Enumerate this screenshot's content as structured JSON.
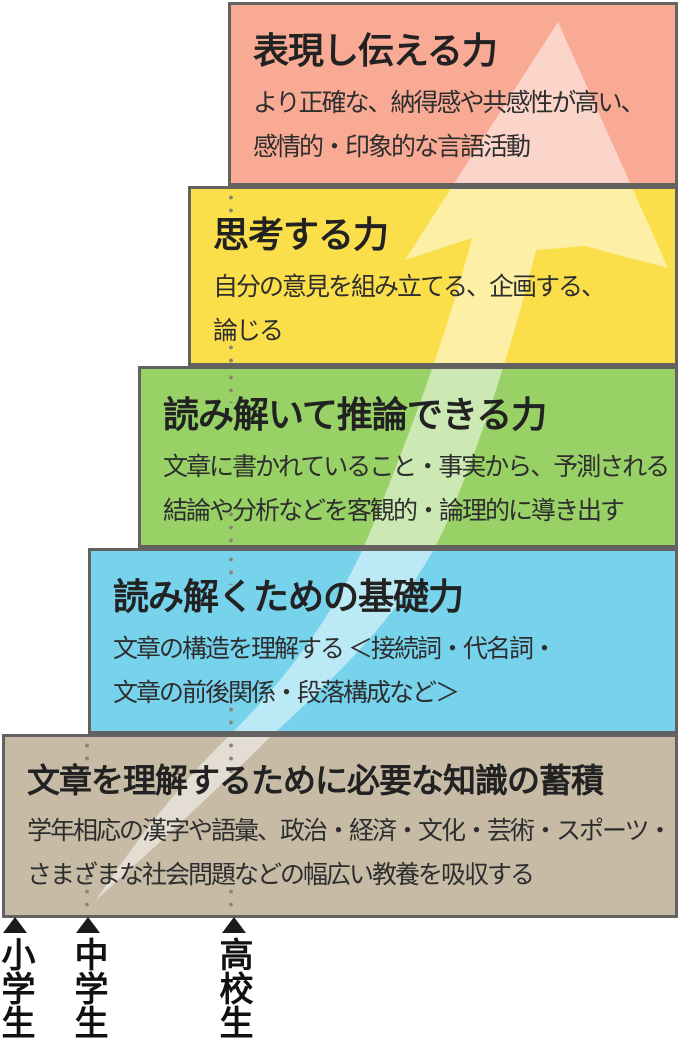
{
  "diagram": {
    "title_implicit": "",
    "levels": [
      {
        "title": "表現し伝える力",
        "desc_lines": [
          "より正確な、納得感や共感性が高い、",
          "感情的・印象的な言語活動"
        ],
        "color": "#f8aa95"
      },
      {
        "title": "思考する力",
        "desc_lines": [
          "自分の意見を組み立てる、企画する、",
          "論じる"
        ],
        "color": "#fbdf4a"
      },
      {
        "title": "読み解いて推論できる力",
        "desc_lines": [
          "文章に書かれていること・事実から、予測される",
          "結論や分析などを客観的・論理的に導き出す"
        ],
        "color": "#98d166"
      },
      {
        "title": "読み解くための基礎力",
        "desc_lines": [
          "文章の構造を理解する ＜接続詞・代名詞・",
          "文章の前後関係・段落構成など＞"
        ],
        "color": "#77d2ec"
      },
      {
        "title": "文章を理解するために必要な知識の蓄積",
        "desc_lines": [
          "学年相応の漢字や語彙、政治・経済・文化・芸術・スポーツ・",
          "さまざまな社会問題などの幅広い教養を吸収する"
        ],
        "color": "#c7bba6"
      }
    ],
    "grade_markers": [
      {
        "label": "小学生"
      },
      {
        "label": "中学生"
      },
      {
        "label": "高校生"
      }
    ],
    "styles": {
      "border_color": "#636260",
      "arrow_color": "#ffffff",
      "arrow_opacity": "0.5",
      "dot_color": "#8b8476",
      "marker_color": "#1b1b1b"
    }
  }
}
